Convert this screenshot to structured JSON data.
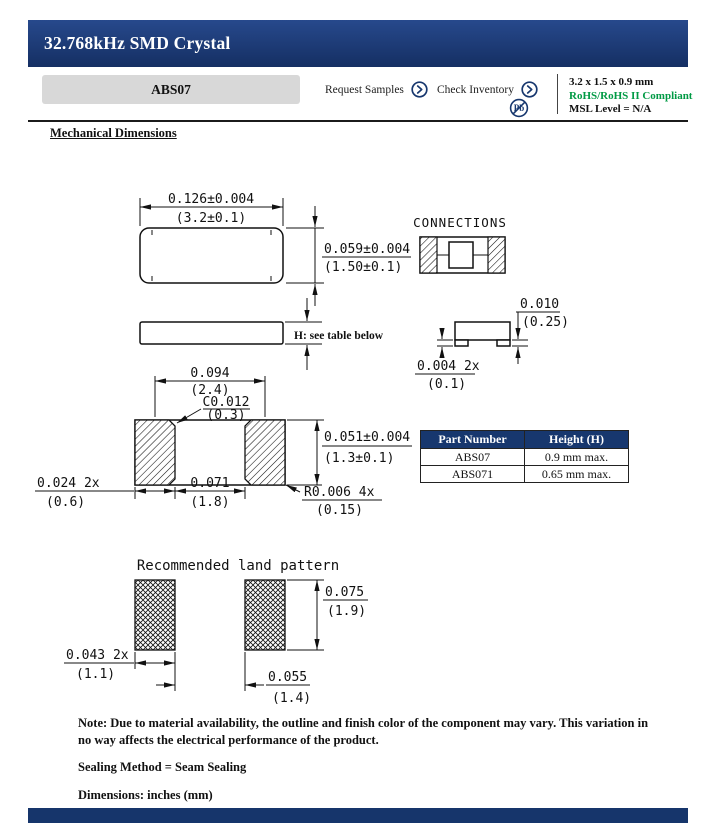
{
  "header": {
    "title": "32.768kHz SMD Crystal",
    "part_number": "ABS07",
    "request_samples": "Request Samples",
    "check_inventory": "Check Inventory",
    "pb_symbol": "Pb",
    "size_spec": "3.2 x 1.5 x 0.9 mm",
    "rohs_spec": "RoHS/RoHS II Compliant",
    "msl_spec": "MSL Level = N/A"
  },
  "section": {
    "title": "Mechanical Dimensions"
  },
  "drawing": {
    "connections_label": "CONNECTIONS",
    "h_label": "H: see table below",
    "land_pattern_title": "Recommended land pattern",
    "dims": {
      "top_width_in": "0.126±0.004",
      "top_width_mm": "(3.2±0.1)",
      "top_height_in": "0.059±0.004",
      "top_height_mm": "(1.50±0.1)",
      "pad_thickness_in": "0.010",
      "pad_thickness_mm": "(0.25)",
      "standoff_in": "0.004 2x",
      "standoff_mm": "(0.1)",
      "pad_pitch_in": "0.094",
      "pad_pitch_mm": "(2.4)",
      "chamfer_in": "C0.012",
      "chamfer_mm": "(0.3)",
      "pad_length_in": "0.051±0.004",
      "pad_length_mm": "(1.3±0.1)",
      "pad_width_in": "0.024 2x",
      "pad_width_mm": "(0.6)",
      "pad_gap_in": "0.071",
      "pad_gap_mm": "(1.8)",
      "corner_radius_in": "R0.006 4x",
      "corner_radius_mm": "(0.15)",
      "land_height_in": "0.075",
      "land_height_mm": "(1.9)",
      "land_width_in": "0.043 2x",
      "land_width_mm": "(1.1)",
      "land_gap_in": "0.055",
      "land_gap_mm": "(1.4)"
    }
  },
  "table": {
    "headers": [
      "Part Number",
      "Height (H)"
    ],
    "rows": [
      {
        "part": "ABS07",
        "height": "0.9 mm max."
      },
      {
        "part": "ABS071",
        "height": "0.65 mm max."
      }
    ]
  },
  "notes": {
    "availability": "Note: Due to material availability, the outline and finish color of the component may vary. This variation in no way affects the electrical performance of the product.",
    "sealing": "Sealing Method = Seam Sealing",
    "units": "Dimensions: inches (mm)"
  },
  "colors": {
    "navy": "#17376e",
    "rohs_green": "#009a44"
  }
}
